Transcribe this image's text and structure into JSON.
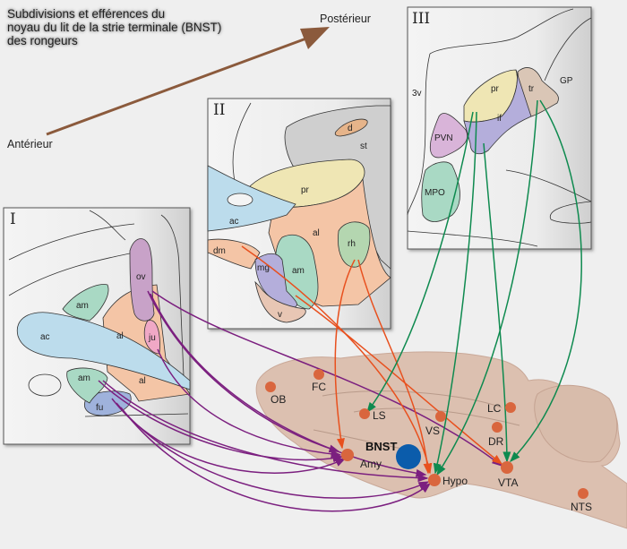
{
  "title": {
    "lines": [
      "Subdivisions et efférences du",
      "noyau du lit de la strie terminale (BNST)",
      "des rongeurs"
    ]
  },
  "axis": {
    "anterior": "Antérieur",
    "posterior": "Postérieur",
    "arrow_color": "#8b5a3c"
  },
  "panels": {
    "I": {
      "numeral": "I",
      "regions": [
        "ov",
        "am",
        "ac",
        "al",
        "ju",
        "am",
        "al",
        "fu"
      ]
    },
    "II": {
      "numeral": "II",
      "regions": [
        "d",
        "st",
        "pr",
        "ac",
        "al",
        "rh",
        "dm",
        "mg",
        "am",
        "v"
      ]
    },
    "III": {
      "numeral": "III",
      "regions": [
        "3v",
        "pr",
        "tr",
        "GP",
        "if",
        "PVN",
        "MPO"
      ]
    }
  },
  "brain": {
    "targets": [
      "OB",
      "FC",
      "LS",
      "VS",
      "LC",
      "DR",
      "Amy",
      "Hypo",
      "VTA",
      "NTS"
    ],
    "bnst_label": "BNST"
  },
  "colors": {
    "panel_I_projection": "#7b1f7f",
    "panel_II_projection": "#e8501e",
    "panel_III_projection": "#0e8a4f",
    "target_dot": "#d9663e",
    "bnst_dot": "#0b5cab",
    "brain_fill": "#dcc0b0"
  }
}
